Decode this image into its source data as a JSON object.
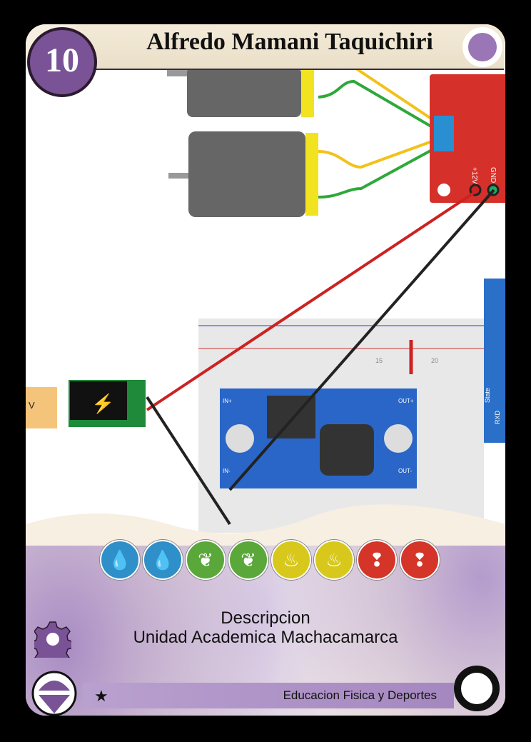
{
  "card": {
    "title": "Alfredo Mamani Taquichiri",
    "cost": "10",
    "description_title": "Descripcion",
    "description_text": "Unidad Academica Machacamarca",
    "set_name": "Educacion Fisica y Deportes",
    "art_labels": {
      "v12": "+12V",
      "gnd": "GND",
      "in_plus": "IN+",
      "in_minus": "IN-",
      "out_plus": "OUT+",
      "out_minus": "OUT-",
      "state": "State",
      "rxd": "RXD",
      "v": "V",
      "col15": "15",
      "col20": "20"
    },
    "gems": [
      {
        "type": "water",
        "icon": "water-drop-icon",
        "color": "#2f8fc8"
      },
      {
        "type": "water",
        "icon": "water-drop-icon",
        "color": "#2f8fc8"
      },
      {
        "type": "plant",
        "icon": "sprout-icon",
        "color": "#5aa83a"
      },
      {
        "type": "plant",
        "icon": "sprout-icon",
        "color": "#5aa83a"
      },
      {
        "type": "fire",
        "icon": "flame-icon",
        "color": "#d8c81c"
      },
      {
        "type": "fire",
        "icon": "flame-icon",
        "color": "#d8c81c"
      },
      {
        "type": "feather",
        "icon": "feather-icon",
        "color": "#d43528"
      },
      {
        "type": "feather",
        "icon": "feather-icon",
        "color": "#d43528"
      }
    ],
    "colors": {
      "frame": "#7a5296",
      "parchment": "#f6efe2"
    }
  }
}
